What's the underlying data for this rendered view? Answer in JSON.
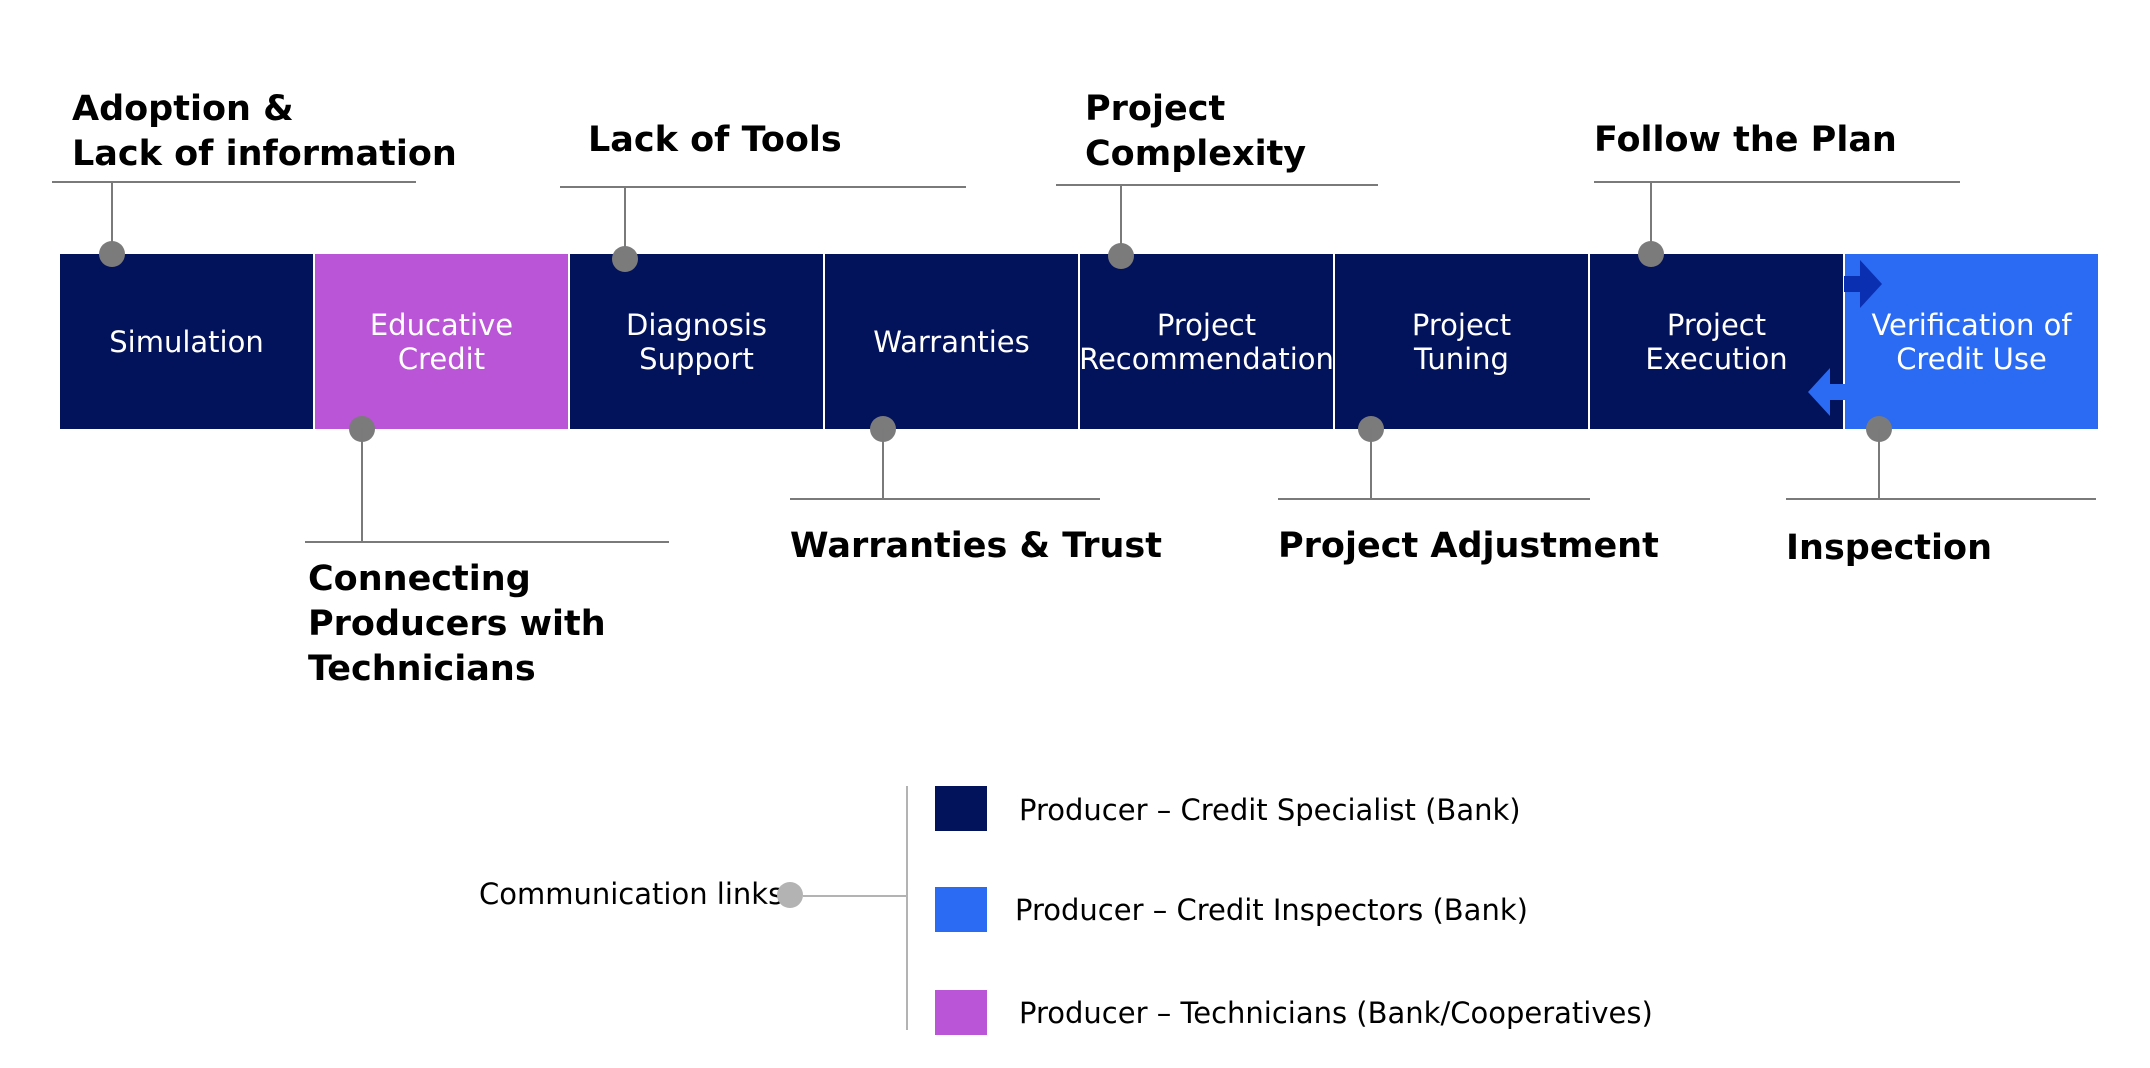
{
  "colors": {
    "specialist": "#02125b",
    "inspector": "#2b6af2",
    "technician": "#b955d6",
    "connector": "#7a7a7a",
    "legend_dot": "#b3b3b3"
  },
  "stages": [
    {
      "label": "Simulation",
      "role": "specialist"
    },
    {
      "label": "Educative\nCredit",
      "role": "technician"
    },
    {
      "label": "Diagnosis\nSupport",
      "role": "specialist"
    },
    {
      "label": "Warranties",
      "role": "specialist"
    },
    {
      "label": "Project\nRecommendation",
      "role": "specialist"
    },
    {
      "label": "Project\nTuning",
      "role": "specialist"
    },
    {
      "label": "Project\nExecution",
      "role": "specialist"
    },
    {
      "label": "Verification of\nCredit Use",
      "role": "inspector"
    }
  ],
  "top_labels": [
    "Adoption &\nLack of information",
    "Lack of Tools",
    "Project\nComplexity",
    "Follow the Plan"
  ],
  "bottom_labels": [
    "Connecting\nProducers with\nTechnicians",
    "Warranties & Trust",
    "Project Adjustment",
    "Inspection"
  ],
  "legend": {
    "title": "Communication links",
    "items": [
      {
        "label": "Producer – Credit Specialist (Bank)",
        "role": "specialist"
      },
      {
        "label": "Producer – Credit Inspectors (Bank)",
        "role": "inspector"
      },
      {
        "label": "Producer – Technicians (Bank/Cooperatives)",
        "role": "technician"
      }
    ]
  }
}
